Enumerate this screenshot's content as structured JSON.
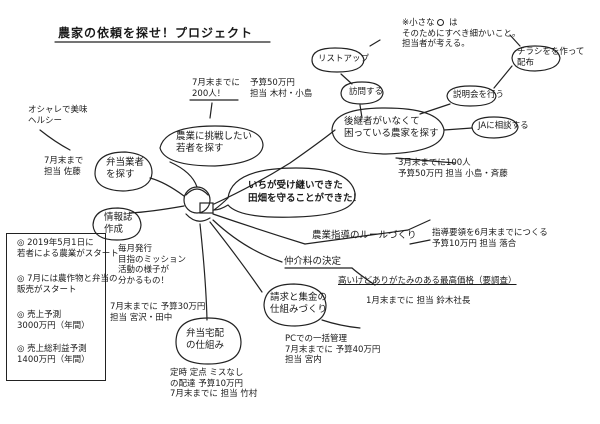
{
  "title": "農家の依頼を探せ！プロジェクト",
  "center": {
    "bubble_line1": "いちが受け継いできた",
    "bubble_line2": "田畑を守ることができた！"
  },
  "branches": {
    "young_farmers": {
      "label_line1": "農業に挑戦したい",
      "label_line2": "若者を探す",
      "detail_line1": "7月末までに",
      "detail_line2": "200人！",
      "detail_line3": "予算50万円",
      "detail_line4": "担当 木村・小島"
    },
    "bento_vendor": {
      "label_line1": "弁当業者",
      "label_line2": "を探す",
      "detail_line1": "オシャレで美味",
      "detail_line2": "ヘルシー",
      "detail_line3": "7月末まで",
      "detail_line4": "担当 佐藤"
    },
    "newsletter": {
      "label_line1": "情報誌",
      "label_line2": "作成",
      "detail_line1": "毎月発行",
      "detail_line2": "目指のミッション",
      "detail_line3": "活動の様子が",
      "detail_line4": "分かるもの！",
      "detail_line5": "7月末までに 予算30万円",
      "detail_line6": "担当 宮沢・田中"
    },
    "delivery": {
      "label_line1": "弁当宅配",
      "label_line2": "の仕組み",
      "detail_line1": "定時 定点 ミスなし",
      "detail_line2": "の配達 予算10万円",
      "detail_line3": "7月末までに 担当 竹村"
    },
    "billing": {
      "label_line1": "請求と集金の",
      "label_line2": "仕組みづくり",
      "detail_line1": "PCでの一括管理",
      "detail_line2": "7月末までに 予算40万円",
      "detail_line3": "担当 宮内"
    },
    "fee": {
      "label": "仲介料の決定",
      "detail_line1": "高いけどありがたみのある最高価格（要調査）",
      "detail_line2": "1月末までに 担当 鈴木社長"
    },
    "rules": {
      "label": "農業指導のルールづくり",
      "detail_line1": "指導要領を6月末までにつくる",
      "detail_line2": "予算10万円 担当 落合"
    },
    "farmers": {
      "label_line1": "後継者がいなくて",
      "label_line2": "困っている農家を探す",
      "detail_line1": "3月末までに100人",
      "detail_line2": "予算50万円 担当 小島・斉藤",
      "list_up": "リストアップ",
      "visit": "訪問する",
      "briefing": "説明会を行う",
      "ja": "JAに相談する",
      "flyer_line1": "チラシをを作って",
      "flyer_line2": "配布",
      "note_line1": "※小さな",
      "note_line2": "は",
      "note_line3": "そのためにすべき細かいこと。",
      "note_line4": "担当者が考える。"
    }
  },
  "goals": {
    "item1_line1": "◎ 2019年5月1日に",
    "item1_line2": "若者による農業がスタート",
    "item2_line1": "◎ 7月には農作物と弁当の",
    "item2_line2": "販売がスタート",
    "item3_line1": "◎ 売上予測",
    "item3_line2": "3000万円（年間）",
    "item4_line1": "◎ 売上総利益予測",
    "item4_line2": "1400万円（年間）"
  }
}
